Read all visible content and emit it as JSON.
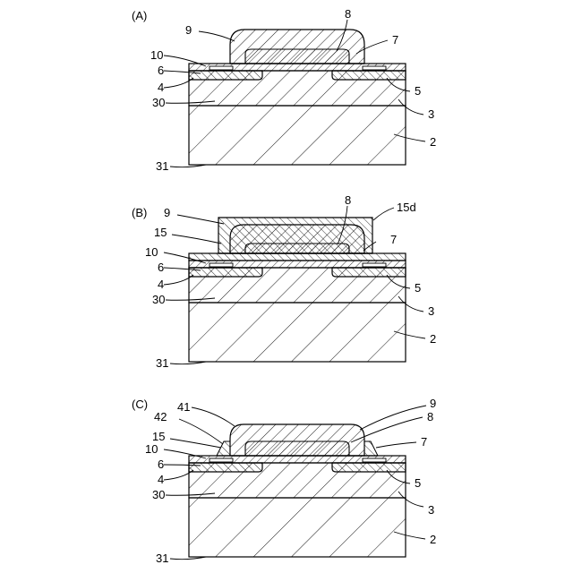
{
  "figures": [
    {
      "panel_label": "(A)",
      "labels": {
        "l9": "9",
        "l8": "8",
        "l7": "7",
        "l10": "10",
        "l6": "6",
        "l4": "4",
        "l5": "5",
        "l30": "30",
        "l3": "3",
        "l2": "2",
        "l31": "31"
      }
    },
    {
      "panel_label": "(B)",
      "labels": {
        "l9": "9",
        "l8": "8",
        "l15d": "15d",
        "l15": "15",
        "l7": "7",
        "l10": "10",
        "l6": "6",
        "l4": "4",
        "l5": "5",
        "l30": "30",
        "l3": "3",
        "l2": "2",
        "l31": "31"
      }
    },
    {
      "panel_label": "(C)",
      "labels": {
        "l41": "41",
        "l9": "9",
        "l42": "42",
        "l8": "8",
        "l15": "15",
        "l7": "7",
        "l10": "10",
        "l6": "6",
        "l4": "4",
        "l5": "5",
        "l30": "30",
        "l3": "3",
        "l2": "2",
        "l31": "31"
      }
    }
  ]
}
